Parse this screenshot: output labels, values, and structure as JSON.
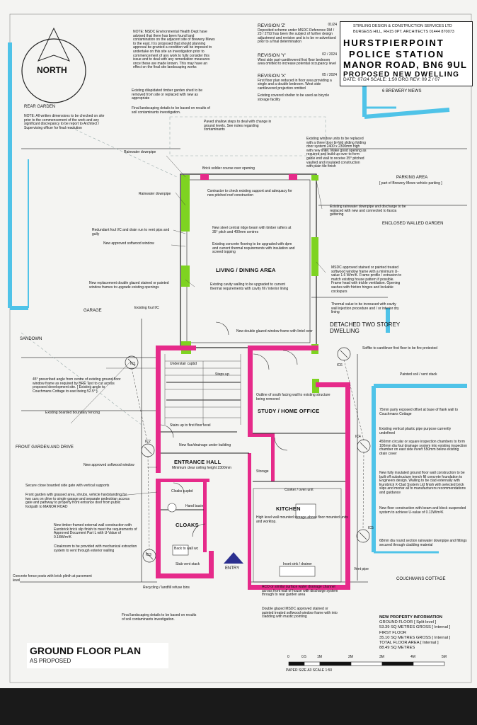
{
  "title_block": {
    "firm": "STIRLING DESIGN & CONSTRUCTION SERVICES LTD",
    "firm_address": "BURGESS HILL, RH15 0PT. ARCHITECTS  01444 870073",
    "project_line1": "HURSTPIERPOINT",
    "project_line2": "POLICE STATION",
    "project_line3": "MANOR ROAD, BN6 9UL",
    "project_line4": "PROPOSED NEW DWELLING",
    "meta": "DATE: 07/24  SCALE: 1:50  DRG REV: 09 Z / 07"
  },
  "revisions": [
    {
      "label": "REVISION 'Z'",
      "date": "01/24",
      "text": "Deposited scheme under MSDC Reference DM / 23 / 2792 has been the subject of further design adjustment and revision and is to be re-advertised prior to a final determination"
    },
    {
      "label": "REVISION 'Y'",
      "date": "02 / 2024",
      "text": "West side part-cantilevered first floor bedroom area omitted to increase potential occupancy level"
    },
    {
      "label": "REVISION 'X'",
      "date": "05 / 2024",
      "text": "First floor plan reduced in floor area providing a single and a double bedroom. West side cantilevered projection omitted"
    }
  ],
  "north_label": "NORTH",
  "drawing_title": "GROUND FLOOR PLAN",
  "drawing_subtitle": "AS PROPOSED",
  "rooms": {
    "living": "LIVING / DINING AREA",
    "study": "STUDY / HOME OFFICE",
    "hall": "ENTRANCE HALL",
    "hall_note": "Minimum clear ceiling height 2300mm",
    "kitchen": "KITCHEN",
    "cloaks": "CLOAKS",
    "entry": "ENTRY",
    "storage": "Storage",
    "cloaks_cupbd": "Cloaks cupbd",
    "hand_basin": "Hand basin",
    "back_to_wall_wc": "Back to wall wc",
    "stub_vent": "Stub vent stack",
    "cooker": "Cooker / oven unit",
    "sink": "Inset sink / drainer",
    "steps_up": "Steps up",
    "understair": "Understair cupbd",
    "stairs": "Stairs up to first floor level",
    "new_flue": "New flue/drainage under building"
  },
  "site_labels": {
    "rear_garden": "REAR GARDEN",
    "garage": "GARAGE",
    "sandown": "SANDOWN",
    "front_garden": "FRONT GARDEN AND DRIVE",
    "brewery_mews": "6 BREWERY MEWS",
    "parking": "PARKING AREA",
    "parking_note": "[ part of Brewery Mews vehicle parking ]",
    "walled_garden": "ENCLOSED WALLED GARDEN",
    "detached": "DETACHED TWO STOREY DWELLING",
    "couchmans": "COUCHMANS COTTAGE"
  },
  "notes": {
    "msdc_env": "NOTE: MSDC Environmental Health Dept have advised that there has been found land contamination on the adjacent site of Brewery Mews to the east. It is proposed that should planning approval be granted a condition will be imposed to undertake on this site an investigation prior to commencement of any work to fully consider this issue and to deal with any remediation measures once these are made known. This may have an effect on the final site landscaping works",
    "dims": "NOTE: All written dimensions to be checked on site prior to the commencement of the work and any significant discrepancy to be report to Architect / Supervising officer for final resolution",
    "timber_garden": "Existing dilapidated timber garden shed to be removed from site or replaced with new as appropriate",
    "final_landscaping_top": "Final landscaping details to be based on results of soil contaminants investigation.",
    "paved_steps": "Paved shallow steps to deal with change in ground levels. See notes regarding contaminants",
    "bifold": "Existing window units to be replaced with a three door bi-fold sliding folding door system 2400 x 2300mm high with new lintel. Make good opening as required and build up over to form gable end wall to receive 35° pitched vaulted and insulated construction with plain tile finish",
    "rainwater1": "Rainwater downpipe",
    "brick_soldier": "Brick soldier course over opening",
    "rainwater2": "Rainwater downpipe",
    "contractor": "Contractor to check existing support and adequacy for new pitched roof construction",
    "rainwater_replace": "Existing rainwater downpipe and discharge to be replaced with new and connected to fascia guttering",
    "redundant_foul": "Redundant foul I/C and drain run to vent pips and gully",
    "new_approved_window": "New approved softwood window",
    "steel_beam": "New steel central ridge beam with timber rafters at 35° pitch and 400mm centres",
    "concrete_floor": "Existing concrete flooring to be upgraded with dpm and current thermal requirements with insulation and screed topping",
    "replacement_glazed": "New replacement double glazed stained or painted window frames to upgrade existing openings",
    "cavity_walling": "Existing cavity walling to be upgraded to current thermal requirements with cavity fill / interior lining",
    "msdc_window": "MSDC approved stained or painted treated softwood window frame with a minimum U-value 1.6 W/m²K. Frame profile / extrusion to match existing house pattern if possible. Frame head with trickle ventilation. Opening sashes with friction hinges and lockable cockspurs",
    "thermal_value": "Thermal value to be increased with cavity wall injection procedure and / or interior dry lining",
    "existing_foul": "Existing foul I/C",
    "dg_window": "New double glazed window frame with lintel over",
    "soffit": "Soffite to cantilever first floor to be fire protected",
    "painted_soil": "Painted soil / vent stack",
    "angle45": "45° prescribed angle from centre of existing ground floor window frame as required by BRE Test to cut across proposed development site. [ Existing angle to Couchmans Cottage to east being 52.5° ]",
    "boarded_fencing": "Existing boarded boundary fencing",
    "south_wall": "Outline of south facing wall to existing structure being removed",
    "party_wall": "75mm party exposed offset at base of flank wall to Couchmans Cottage",
    "plastic_pipe": "Existing vertical plastic pipe purpose currently undefined",
    "inspection": "450mm circular or square inspection chambers to form 100mm dia foul drainage system into existing inspection chamber on east side invert 550mm below existing drain cover",
    "new_softwood_window": "New approved softwood window",
    "gate": "Secure close boarded side gate with vertical supports",
    "front_garden_note": "Front garden with grassed area, shrubs, vehicle hardstanding for two cars on drive to single garage and separate pedestrian access gate and pathway to property front entrance door from public footpath to MANOR ROAD",
    "timber_framed": "New timber framed external wall construction with Eurobrick brick slip finish to meet the requirements of Approved Document Part L with U-Value of 0.18W/m²K",
    "cloakroom": "Cloakroom to be provided with mechanical extraction system to vent through exterior walling",
    "insulated_floor": "New fully insulated ground floor wall construction to be built off substructure trench fill concrete foundation to Engineers design. Walling to be clad externally with Eurobrick X-Clad System Ltd finish with selected brick slips and mortar all to manufacturers recommendations and guidance",
    "hl_kitchen": "High level wall mounted storage above floor mounted units and worktop.",
    "beam_block": "New floor construction with beam and block suspended system to achieve U-value of 0.13W/m²K",
    "gutter": "68mm dia round section rainwater downpipe and fittings secured through cladding material",
    "vent_pipe": "Vent pipe",
    "concrete_fence": "Concrete fence posts with brick plinth at pavement level",
    "recycling": "Recycling / landfill refuse bins",
    "aco": "ACO or similar surface water drainage channel across front wall of house with discharge system through to rear garden area",
    "final_landscaping_bottom": "Final landscaping details to be based on results of soil contaminants investigation.",
    "dg_msdc": "Double glazed MSDC approved stained or painted treated softwood window frame with into cladding with mastic pointing"
  },
  "ic_labels": [
    "IC1",
    "IC2",
    "IC3",
    "IC4",
    "IC5",
    "IC6"
  ],
  "property_info": {
    "heading": "NEW PROPERTY INFORMATION",
    "gf_label": "GROUND FLOOR [ Split level ]",
    "gf_value": "53.39 SQ METRES GROSS [ Internal ]",
    "ff_label": "FIRST FLOOR",
    "ff_value": "35.10  SQ METRES GROSS [ Internal ]",
    "total_label": "TOTAL FLOOR AREA [ Internal ]",
    "total_value": "88.49 SQ METRES"
  },
  "scale_bar": {
    "ticks": [
      "0",
      "0.5",
      "1M",
      "2M",
      "3M",
      "4M",
      "5M"
    ],
    "caption": "PAPER SIZE A3    SCALE 1:50"
  },
  "colors": {
    "pink_wall": "#e62a8a",
    "green_wall": "#7ed321",
    "blue_boundary": "#4fc3e8",
    "paper": "#f4f4f2",
    "entry_arrow": "#2b2f8f"
  }
}
